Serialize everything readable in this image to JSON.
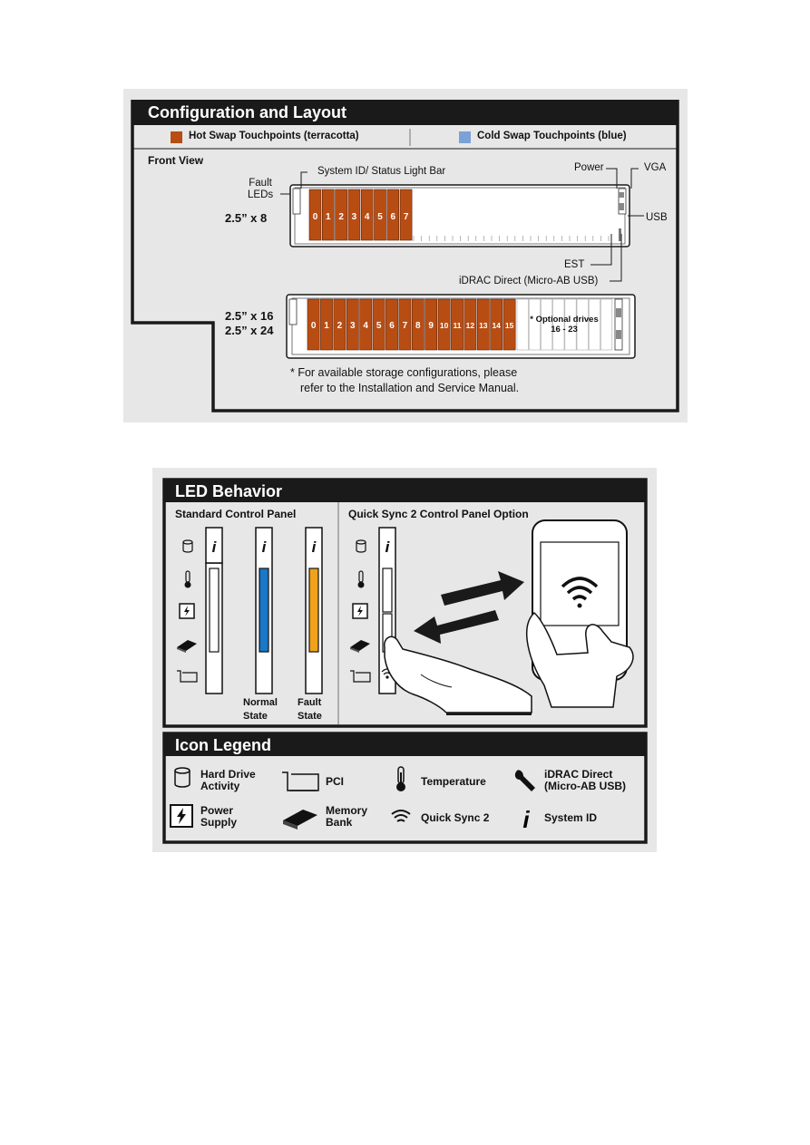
{
  "config": {
    "title": "Configuration and Layout",
    "legend": {
      "hot": "Hot Swap Touchpoints (terracotta)",
      "cold": "Cold Swap Touchpoints (blue)"
    },
    "colors": {
      "hot": "#b84d14",
      "cold": "#7aa2d6",
      "panel": "#e7e7e7",
      "header": "#1a1a1a"
    },
    "front_view": "Front View",
    "labels": {
      "fault_leds": "Fault\nLEDs",
      "system_id": "System ID/ Status Light Bar",
      "power": "Power",
      "vga": "VGA",
      "usb": "USB",
      "est": "EST",
      "idrac": "iDRAC Direct (Micro-AB USB)"
    },
    "chassis1": {
      "label": "2.5” x 8",
      "bays": [
        "0",
        "1",
        "2",
        "3",
        "4",
        "5",
        "6",
        "7"
      ]
    },
    "chassis2": {
      "label_a": "2.5” x 16",
      "label_b": "2.5” x 24",
      "bays": [
        "0",
        "1",
        "2",
        "3",
        "4",
        "5",
        "6",
        "7",
        "8",
        "9",
        "10",
        "11",
        "12",
        "13",
        "14",
        "15"
      ],
      "optional": "* Optional drives\n16 - 23"
    },
    "note_line1": "* For available storage configurations, please",
    "note_line2": "refer to the Installation and Service Manual."
  },
  "led": {
    "title": "LED Behavior",
    "standard_title": "Standard Control Panel",
    "quicksync_title": "Quick Sync 2 Control Panel Option",
    "normal_state": "Normal\nState",
    "fault_state": "Fault\nState",
    "colors": {
      "normal": "#1a78c8",
      "fault": "#f0a21a"
    }
  },
  "icon_legend": {
    "title": "Icon Legend",
    "items": [
      {
        "icon": "hard-drive-icon",
        "label": "Hard Drive\nActivity"
      },
      {
        "icon": "pci-icon",
        "label": "PCI"
      },
      {
        "icon": "temperature-icon",
        "label": "Temperature"
      },
      {
        "icon": "wrench-icon",
        "label": "iDRAC Direct\n(Micro-AB USB)"
      },
      {
        "icon": "power-supply-icon",
        "label": "Power\nSupply"
      },
      {
        "icon": "memory-bank-icon",
        "label": "Memory\nBank"
      },
      {
        "icon": "quick-sync-icon",
        "label": "Quick Sync 2"
      },
      {
        "icon": "system-id-icon",
        "label": "System ID"
      }
    ]
  }
}
